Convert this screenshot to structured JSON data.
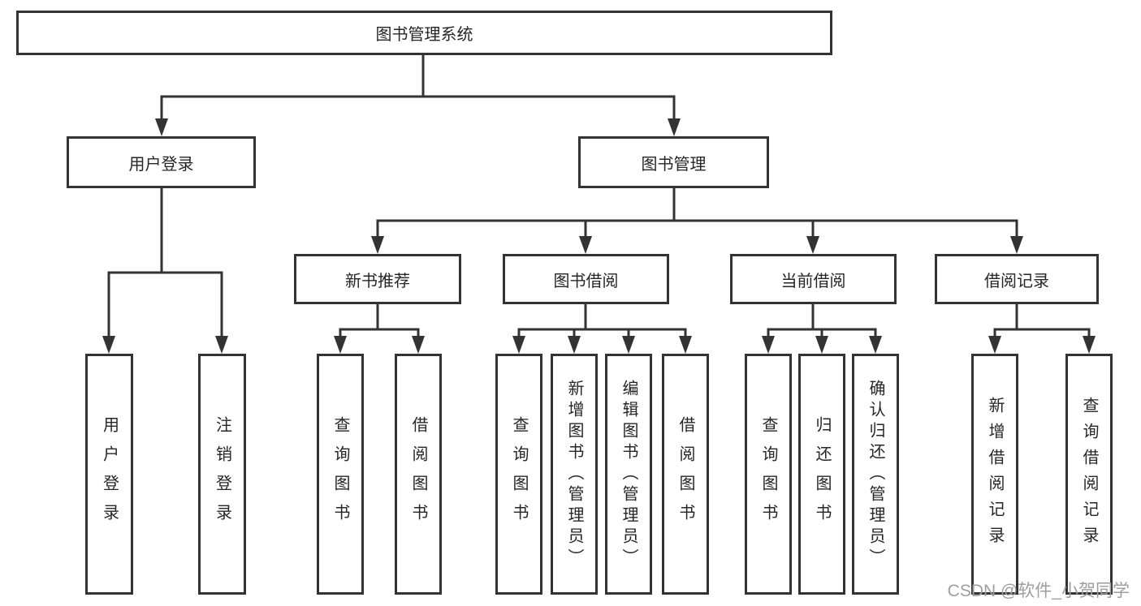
{
  "diagram": {
    "title": "图书管理系统",
    "branches": [
      {
        "label": "用户登录",
        "children": [
          "用户登录",
          "注销登录"
        ]
      },
      {
        "label": "图书管理",
        "sections": [
          {
            "label": "新书推荐",
            "children": [
              "查询图书",
              "借阅图书"
            ]
          },
          {
            "label": "图书借阅",
            "children": [
              "查询图书",
              "新增图书（管理员）",
              "编辑图书（管理员）",
              "借阅图书"
            ]
          },
          {
            "label": "当前借阅",
            "children": [
              "查询图书",
              "归还图书",
              "确认归还（管理员）"
            ]
          },
          {
            "label": "借阅记录",
            "children": [
              "新增借阅记录",
              "查询借阅记录"
            ]
          }
        ]
      }
    ]
  },
  "watermark": "CSDN @软件_小贺同学",
  "colors": {
    "line": "#333333",
    "box_border": "#333333",
    "text": "#262626",
    "watermark": "#9e9e9e",
    "background": "#ffffff"
  }
}
